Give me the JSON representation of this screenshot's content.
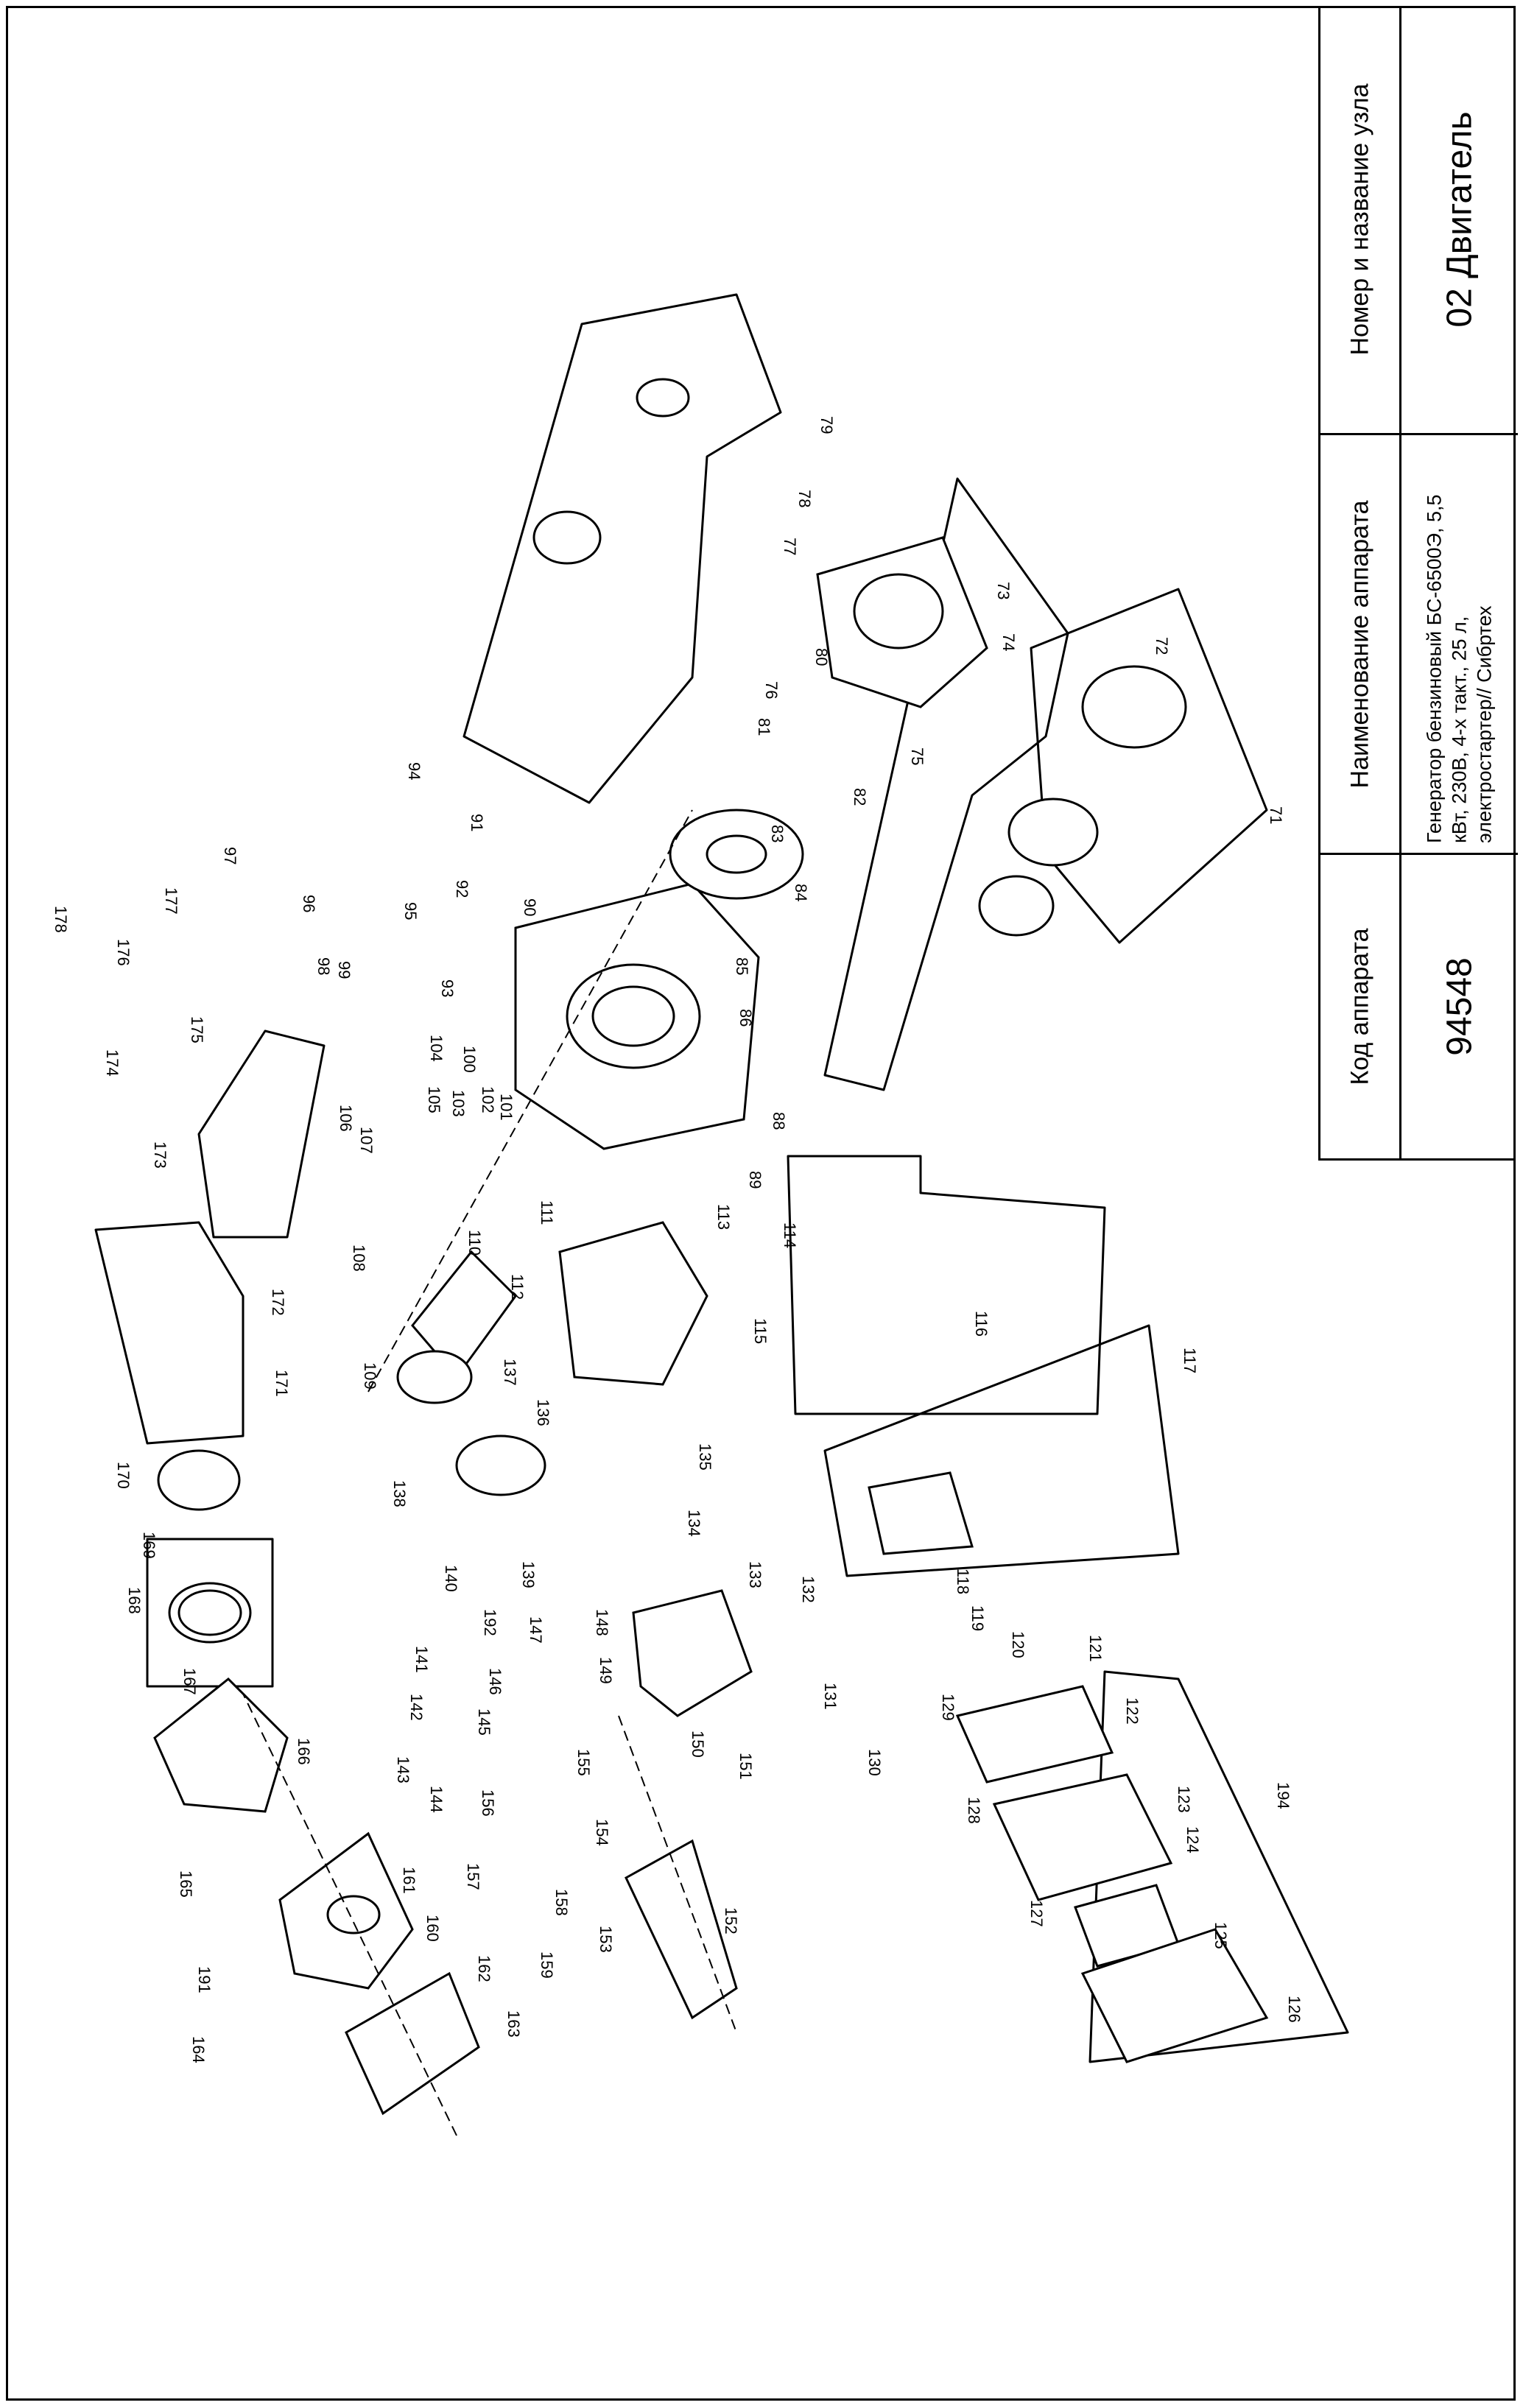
{
  "title_block": {
    "code_label": "Код аппарата",
    "code_value": "94548",
    "device_label": "Наименование аппарата",
    "device_lines": [
      "Генератор бензиновый БС-6500Э, 5,5",
      "кВт, 230В, 4-х такт., 25 л,",
      "электростартер// Сибртех"
    ],
    "unit_label": "Номер и название узла",
    "unit_value": "02 Двигатель"
  },
  "callouts": [
    "71",
    "72",
    "73",
    "74",
    "75",
    "76",
    "77",
    "78",
    "79",
    "80",
    "81",
    "82",
    "83",
    "84",
    "85",
    "86",
    "88",
    "89",
    "90",
    "91",
    "92",
    "93",
    "94",
    "95",
    "96",
    "97",
    "98",
    "99",
    "100",
    "101",
    "102",
    "103",
    "104",
    "105",
    "106",
    "107",
    "108",
    "109",
    "110",
    "111",
    "112",
    "113",
    "114",
    "115",
    "116",
    "117",
    "118",
    "119",
    "120",
    "121",
    "122",
    "123",
    "124",
    "125",
    "126",
    "127",
    "128",
    "129",
    "130",
    "131",
    "132",
    "133",
    "134",
    "135",
    "136",
    "137",
    "138",
    "139",
    "140",
    "141",
    "142",
    "143",
    "144",
    "145",
    "146",
    "147",
    "148",
    "149",
    "150",
    "151",
    "152",
    "153",
    "154",
    "155",
    "156",
    "157",
    "158",
    "159",
    "160",
    "161",
    "162",
    "163",
    "164",
    "165",
    "166",
    "167",
    "168",
    "169",
    "170",
    "171",
    "172",
    "173",
    "174",
    "175",
    "176",
    "177",
    "178",
    "191",
    "192",
    "194"
  ],
  "colors": {
    "ink": "#000000",
    "paper": "#ffffff"
  }
}
